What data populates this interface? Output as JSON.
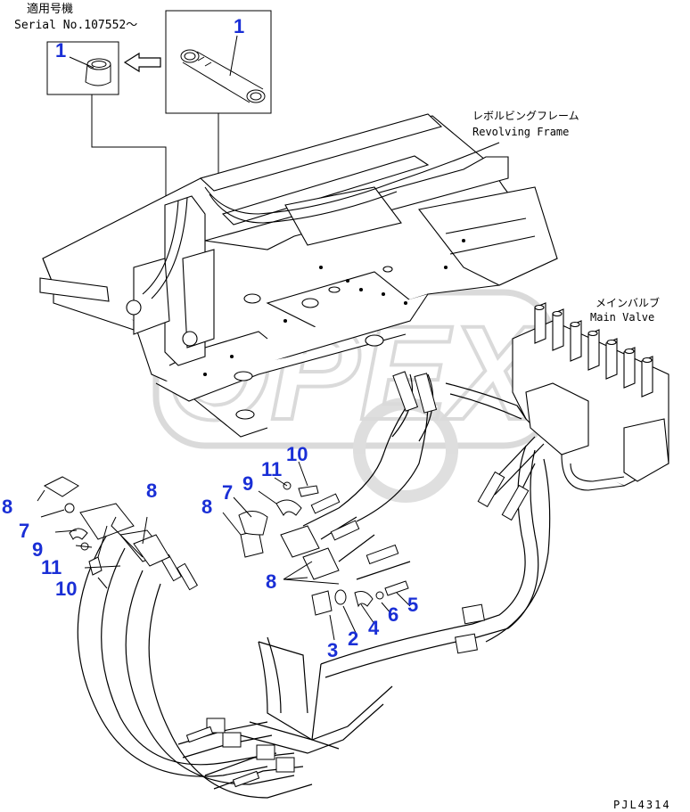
{
  "header": {
    "applicable_jp": "適用号機",
    "serial": "Serial No.107552～"
  },
  "labels": {
    "frame_jp": "レボルビングフレーム",
    "frame_en": "Revolving Frame",
    "valve_jp": "メインバルブ",
    "valve_en": "Main Valve",
    "drawing_code": "PJL4314",
    "watermark": "OPEX"
  },
  "callouts": {
    "c1a": "1",
    "c1b": "1",
    "c2": "2",
    "c3": "3",
    "c4": "4",
    "c5": "5",
    "c6": "6",
    "c7a": "7",
    "c7b": "7",
    "c8a": "8",
    "c8b": "8",
    "c8c": "8",
    "c8d": "8",
    "c9a": "9",
    "c9b": "9",
    "c10a": "10",
    "c10b": "10",
    "c11a": "11",
    "c11b": "11"
  },
  "colors": {
    "callout": "#1a2fd6",
    "line": "#000000",
    "watermark": "#b8b8b8"
  }
}
